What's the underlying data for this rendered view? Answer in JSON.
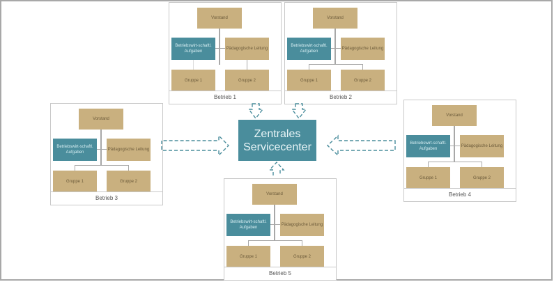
{
  "diagram": {
    "center": {
      "label": "Zentrales Servicecenter"
    },
    "colors": {
      "tan": "#c9b07f",
      "teal": "#4a8d9c",
      "arrow": "#4a8d9c",
      "line": "#a8a8a8"
    },
    "units": [
      {
        "caption": "Betrieb 1",
        "vorstand": "Vorstand",
        "betriebswirtschaftlich": "Betriebswirt-schaftl. Aufgaben",
        "paedagogisch": "Pädagogische Leitung",
        "gruppe1": "Gruppe 1",
        "gruppe2": "Gruppe 2"
      },
      {
        "caption": "Betrieb 2",
        "vorstand": "Vorstand",
        "betriebswirtschaftlich": "Betriebswirt-schaftl. Aufgaben",
        "paedagogisch": "Pädagogische Leitung",
        "gruppe1": "Gruppe 1",
        "gruppe2": "Gruppe 2"
      },
      {
        "caption": "Betrieb 3",
        "vorstand": "Vorstand",
        "betriebswirtschaftlich": "Betriebswirt-schaftl. Aufgaben",
        "paedagogisch": "Pädagogische Leitung",
        "gruppe1": "Gruppe 1",
        "gruppe2": "Gruppe 2"
      },
      {
        "caption": "Betrieb 4",
        "vorstand": "Vorstand",
        "betriebswirtschaftlich": "Betriebswirt-schaftl. Aufgaben",
        "paedagogisch": "Pädagogische Leitung",
        "gruppe1": "Gruppe 1",
        "gruppe2": "Gruppe 2"
      },
      {
        "caption": "Betrieb 5",
        "vorstand": "Vorstand",
        "betriebswirtschaftlich": "Betriebswirt-schaftl. Aufgaben",
        "paedagogisch": "Pädagogische Leitung",
        "gruppe1": "Gruppe 1",
        "gruppe2": "Gruppe 2"
      }
    ],
    "arrows": [
      {
        "from": "Betrieb 1",
        "to": "Zentrales Servicecenter",
        "style": "dashed"
      },
      {
        "from": "Betrieb 2",
        "to": "Zentrales Servicecenter",
        "style": "dashed"
      },
      {
        "from": "Betrieb 3",
        "to": "Zentrales Servicecenter",
        "style": "dashed"
      },
      {
        "from": "Betrieb 4",
        "to": "Zentrales Servicecenter",
        "style": "dashed"
      },
      {
        "from": "Betrieb 5",
        "to": "Zentrales Servicecenter",
        "style": "dashed"
      }
    ]
  }
}
